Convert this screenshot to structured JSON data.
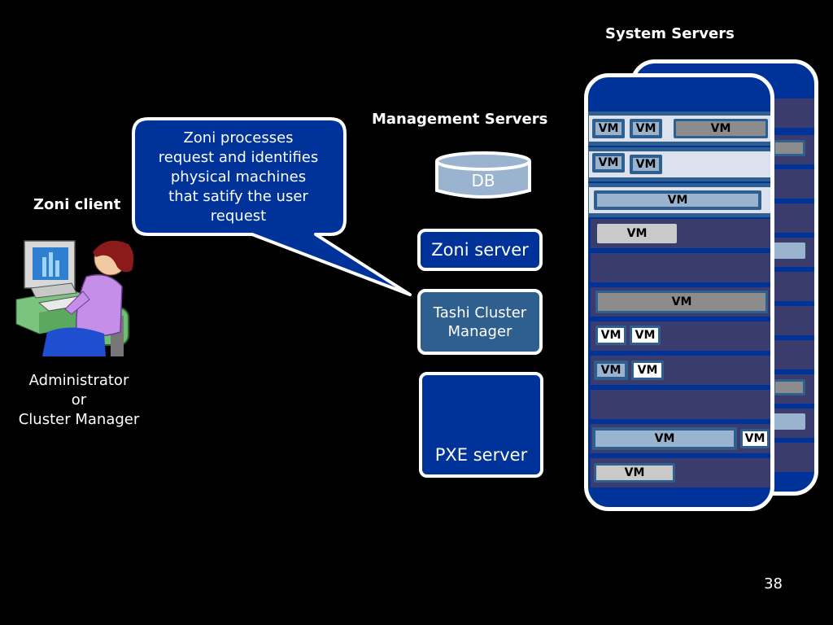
{
  "labels": {
    "system_servers": "System Servers",
    "management_servers": "Management Servers",
    "zoni_client": "Zoni client",
    "actor": [
      "Administrator",
      "or",
      "Cluster Manager"
    ]
  },
  "callout": {
    "lines": [
      "Zoni processes",
      "request and identifies",
      "physical machines",
      "that satify the user",
      "request"
    ]
  },
  "management": {
    "db": "DB",
    "zoni_server": "Zoni server",
    "tashi": [
      "Tashi Cluster",
      "Manager"
    ],
    "pxe": "PXE server"
  },
  "vm_label": "VM",
  "page_number": "38",
  "colors": {
    "background": "#000000",
    "dark_blue": "#003399",
    "steel_blue": "#2f5f8f",
    "row_dark": "#3b3c6e"
  }
}
